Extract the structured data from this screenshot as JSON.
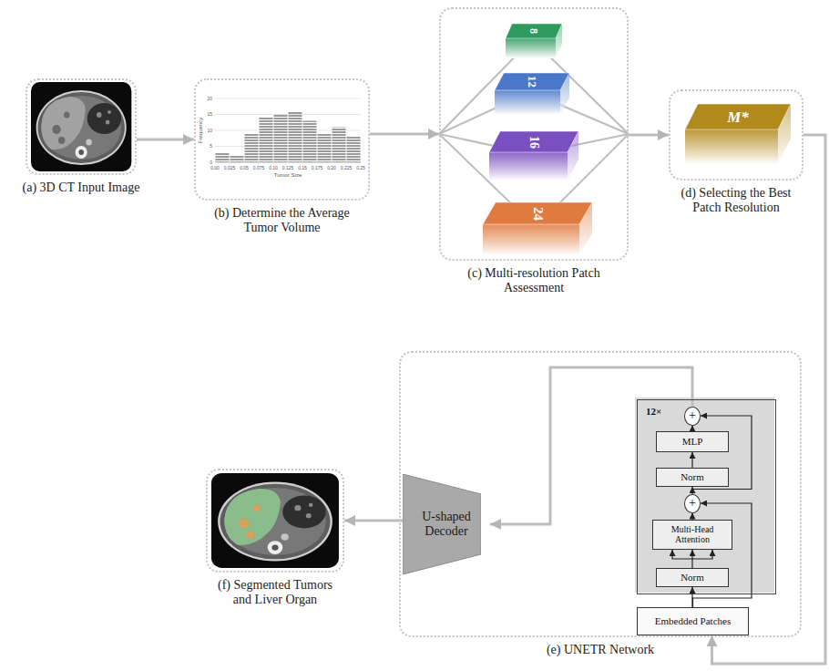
{
  "diagram": {
    "nodes": [
      {
        "text": [
          "(a) 3D CT Input Image"
        ]
      },
      {
        "text": [
          "(b) Determine the Average Tumor Volume"
        ]
      },
      {
        "text": [
          "(c) Multi-resolution Patch Assessment"
        ]
      },
      {
        "text": [
          "8"
        ],
        "in": 2
      },
      {
        "text": [
          "12"
        ],
        "in": 2
      },
      {
        "text": [
          "16"
        ],
        "in": 2
      },
      {
        "text": [
          "24"
        ],
        "in": 2
      },
      {
        "text": [
          "(d) Selecting the Best Patch Resolution"
        ]
      },
      {
        "text": [
          "M*"
        ],
        "in": 7
      },
      {
        "text": [
          "(e) UNETR Network"
        ]
      },
      {
        "text": [
          "12×"
        ],
        "in": 9
      },
      {
        "text": [
          "+"
        ],
        "in": 10
      },
      {
        "text": [
          "MLP"
        ],
        "in": 10
      },
      {
        "text": [
          "Norm"
        ],
        "in": 10
      },
      {
        "text": [
          "+"
        ],
        "in": 10
      },
      {
        "text": [
          "Multi-Head Attention"
        ],
        "in": 10
      },
      {
        "text": [
          "Norm"
        ],
        "in": 10
      },
      {
        "text": [
          "Embedded Patches"
        ],
        "in": 9
      },
      {
        "text": [
          "U-shaped Decoder"
        ],
        "in": 9
      },
      {
        "text": [
          "(f) Segmented Tumors and Liver Organ"
        ]
      }
    ],
    "edges": [
      {
        "from": 0,
        "to": 1,
        "arrow": "to"
      },
      {
        "from": 1,
        "to": 2,
        "arrow": "to"
      },
      {
        "from": 2,
        "to": 7,
        "arrow": "to"
      },
      {
        "from": 7,
        "to": 17,
        "arrow": "to"
      },
      {
        "from": 17,
        "to": 16,
        "arrow": "to"
      },
      {
        "from": 17,
        "to": 14,
        "arrow": "to"
      },
      {
        "from": 16,
        "to": 15,
        "arrow": "to"
      },
      {
        "from": 15,
        "to": 14,
        "arrow": "to"
      },
      {
        "from": 14,
        "to": 13,
        "arrow": "to"
      },
      {
        "from": 13,
        "to": 12,
        "arrow": "to"
      },
      {
        "from": 14,
        "to": 11,
        "arrow": "to"
      },
      {
        "from": 12,
        "to": 11,
        "arrow": "to"
      },
      {
        "from": 11,
        "to": 18,
        "arrow": "to"
      },
      {
        "from": 18,
        "to": 19,
        "arrow": "to"
      }
    ],
    "labels": [
      "Frequency",
      "Tumor Size",
      "0",
      "5",
      "10",
      "15",
      "20",
      "0.00",
      "0.025",
      "0.05",
      "0.075",
      "0.10",
      "0.125",
      "0.15",
      "0.175",
      "0.20",
      "0.225",
      "0.25"
    ]
  }
}
